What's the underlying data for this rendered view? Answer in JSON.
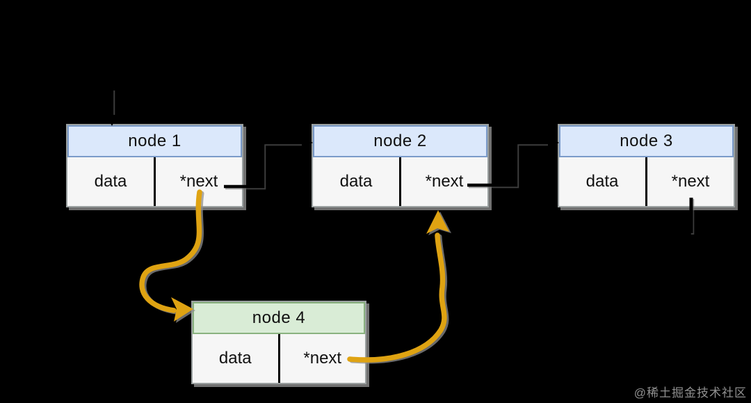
{
  "diagram": {
    "type": "linked-list-insertion",
    "background": "#000000",
    "nodes": [
      {
        "id": "node-1",
        "title": "node 1",
        "fields": {
          "data": "data",
          "next": "*next"
        },
        "header_color": "blue"
      },
      {
        "id": "node-2",
        "title": "node 2",
        "fields": {
          "data": "data",
          "next": "*next"
        },
        "header_color": "blue"
      },
      {
        "id": "node-3",
        "title": "node 3",
        "fields": {
          "data": "data",
          "next": "*next"
        },
        "header_color": "blue"
      },
      {
        "id": "node-4",
        "title": "node 4",
        "fields": {
          "data": "data",
          "next": "*next"
        },
        "header_color": "green"
      }
    ],
    "edges": [
      {
        "from": "node-1.next",
        "to": "node-4",
        "style": "hand-drawn-curve",
        "color": "#dfa312"
      },
      {
        "from": "node-4.next",
        "to": "node-2",
        "style": "hand-drawn-curve",
        "color": "#dfa312"
      },
      {
        "from": "node-1.next",
        "to": "node-2",
        "style": "elbow",
        "color": "#000000"
      },
      {
        "from": "node-2.next",
        "to": "node-3",
        "style": "elbow",
        "color": "#000000"
      },
      {
        "from": "node-3.next",
        "to": "null",
        "style": "straight-down",
        "color": "#000000"
      },
      {
        "from": "head",
        "to": "node-1",
        "style": "straight-down",
        "color": "#000000"
      }
    ],
    "colors": {
      "node_body_fill": "#f6f6f6",
      "node_border": "#9aa0a0",
      "blue_header_fill": "#dbe8fb",
      "blue_header_border": "#7b9bc9",
      "green_header_fill": "#d9ecd6",
      "green_header_border": "#8ab27f",
      "arrow_accent": "#dfa312",
      "arrow_shadow": "#8f8f8f"
    }
  },
  "watermark": {
    "text": "@稀土掘金技术社区"
  }
}
